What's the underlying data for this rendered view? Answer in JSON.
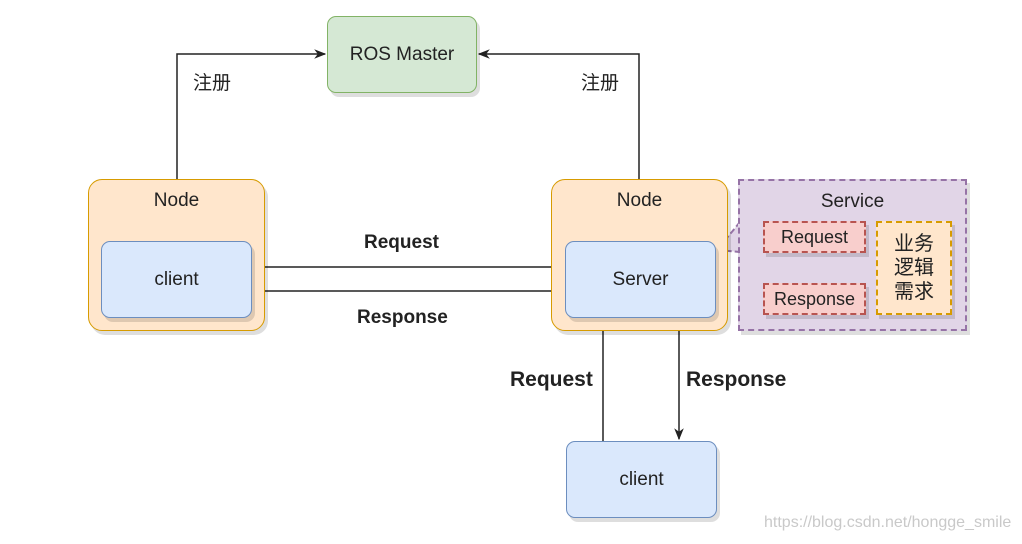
{
  "ros_master": {
    "label": "ROS Master"
  },
  "register_labels": {
    "left": "注册",
    "right": "注册"
  },
  "node_left": {
    "title": "Node",
    "client_label": "client"
  },
  "node_right": {
    "title": "Node",
    "server_label": "Server"
  },
  "service": {
    "title": "Service",
    "request": "Request",
    "response": "Response",
    "logic_lines": [
      "业务",
      "逻辑",
      "需求"
    ]
  },
  "client_bottom": {
    "label": "client"
  },
  "edge_labels": {
    "top_request": "Request",
    "top_response": "Response",
    "vertical_request": "Request",
    "vertical_response": "Response"
  },
  "watermark": "https://blog.csdn.net/hongge_smile",
  "colors": {
    "master_fill": "#d5e8d4",
    "master_stroke": "#82b366",
    "node_fill": "#ffe6cc",
    "node_stroke": "#d79b00",
    "inner_fill": "#dae8fc",
    "inner_stroke": "#6c8ebf",
    "service_fill": "#e1d5e7",
    "service_stroke": "#9673a6",
    "pill_fill": "#f8cecc",
    "pill_stroke": "#b85450"
  }
}
